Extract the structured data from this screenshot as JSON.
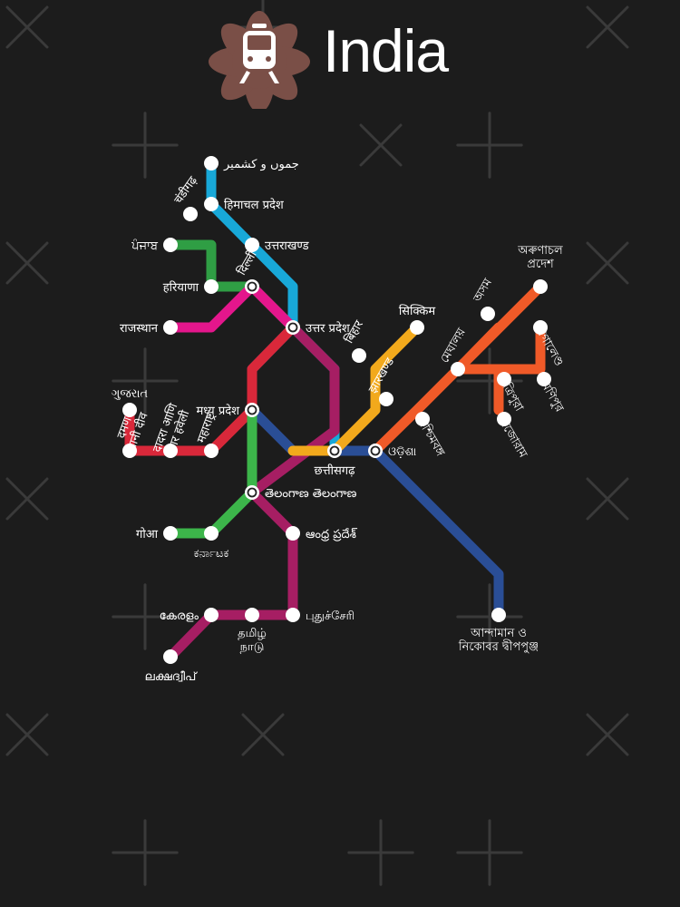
{
  "header": {
    "title": "India",
    "logo_icon": "train-front-icon"
  },
  "colors": {
    "background": "#1c1c1c",
    "watermark": "#3a3a3a",
    "lotus": "#7a4f47",
    "line_cyan": "#18a8d8",
    "line_green": "#2f9e44",
    "line_pink": "#e4168c",
    "line_red": "#d9283a",
    "line_blue": "#2a4e96",
    "line_orange_yellow": "#f2a91c",
    "line_orange": "#f05a28",
    "line_purple": "#a61e63",
    "line_lime": "#3cb54a"
  },
  "stations": [
    {
      "id": "jk",
      "label": "جموں و کشمیر"
    },
    {
      "id": "hp",
      "label": "हिमाचल प्रदेश"
    },
    {
      "id": "chd",
      "label": "चंडीगढ़"
    },
    {
      "id": "pb",
      "label": "ਪੰਜਾਬ"
    },
    {
      "id": "uk",
      "label": "उत्तराखण्ड"
    },
    {
      "id": "hr",
      "label": "हरियाणा"
    },
    {
      "id": "dl",
      "label": "दिल्ली"
    },
    {
      "id": "rj",
      "label": "राजस्थान"
    },
    {
      "id": "up",
      "label": "उत्तर प्रदेश"
    },
    {
      "id": "sk",
      "label": "सिक्किम"
    },
    {
      "id": "br",
      "label": "बिहार"
    },
    {
      "id": "jh",
      "label": "झारखण्ड"
    },
    {
      "id": "ar",
      "label": "অৰুণাচল\nপ্ৰদেশ"
    },
    {
      "id": "as",
      "label": "অসম"
    },
    {
      "id": "ml",
      "label": "মেঘালয়"
    },
    {
      "id": "nl",
      "label": "নাগালেণ্ড"
    },
    {
      "id": "mn",
      "label": "মণিপুর"
    },
    {
      "id": "tr",
      "label": "ত্রিপুরা"
    },
    {
      "id": "mz",
      "label": "মিজোরাম"
    },
    {
      "id": "wb",
      "label": "পশ্চিমবঙ্গ"
    },
    {
      "id": "gj",
      "label": "ગુજરાત"
    },
    {
      "id": "mp",
      "label": "मध्य प्रदेश"
    },
    {
      "id": "dd",
      "label": "दमण\nआनी दीव"
    },
    {
      "id": "dnh",
      "label": "दादरा आणि\nनगर हवेली"
    },
    {
      "id": "mh",
      "label": "महाराष्ट्र"
    },
    {
      "id": "cg",
      "label": "छत्तीसगढ़"
    },
    {
      "id": "od",
      "label": "ଓଡ଼ିଶା"
    },
    {
      "id": "tg",
      "label": "తెలంగాణ తెలంగాణ"
    },
    {
      "id": "ga",
      "label": "गोआ"
    },
    {
      "id": "ka",
      "label": "ಕರ್ನಾಟಕ"
    },
    {
      "id": "ap",
      "label": "ఆంధ్ర ప్రదేశ్"
    },
    {
      "id": "kl",
      "label": "കേരളം"
    },
    {
      "id": "tn",
      "label": "தமிழ்\nநாடு"
    },
    {
      "id": "py",
      "label": "புதுச்சேரி"
    },
    {
      "id": "ld",
      "label": "ലക്ഷദ്വീപ്"
    },
    {
      "id": "an",
      "label": "আন্দামান ও\nনিকোবর দ্বীপপুঞ্জ"
    }
  ]
}
